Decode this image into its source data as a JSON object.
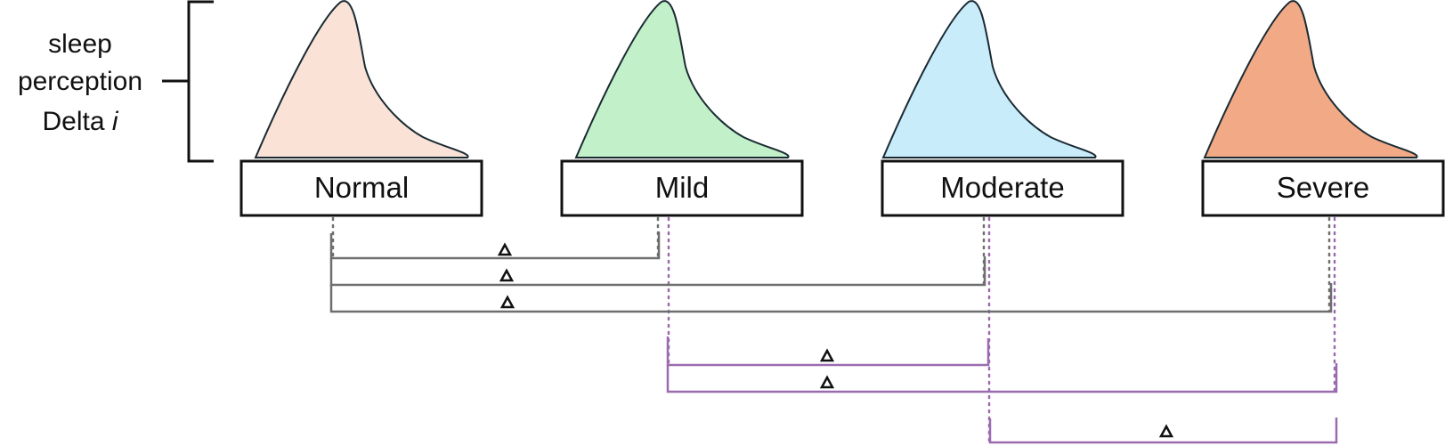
{
  "axis_label": {
    "line1": "sleep",
    "line2": "perception",
    "line3_prefix": "Delta ",
    "line3_italic": "i"
  },
  "groups": [
    {
      "label": "Normal",
      "fill": "#fae3d6"
    },
    {
      "label": "Mild",
      "fill": "#c2f0c8"
    },
    {
      "label": "Moderate",
      "fill": "#c9ecfb"
    },
    {
      "label": "Severe",
      "fill": "#f2a985"
    }
  ],
  "comparisons": {
    "from_normal_color": "#6e6e6e",
    "from_mild_color": "#9b6bb0",
    "from_moderate_color": "#9b6bb0",
    "marker": "△"
  },
  "icons": {
    "significance": "triangle-outline-icon"
  }
}
